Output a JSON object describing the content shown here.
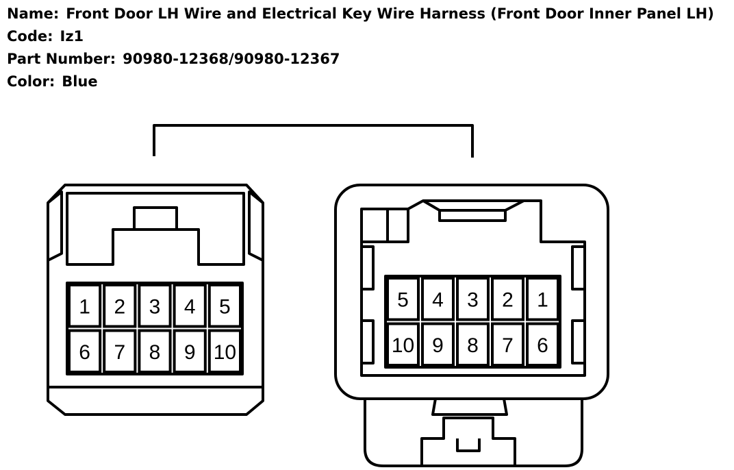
{
  "header": {
    "name_label": "Name:",
    "name_value": "Front Door LH Wire and Electrical Key Wire Harness (Front Door Inner Panel LH)",
    "code_label": "Code:",
    "code_value": "Iz1",
    "part_label": "Part Number:",
    "part_value": "90980-12368/90980-12367",
    "color_label": "Color:",
    "color_value": "Blue"
  },
  "connectors": {
    "left": {
      "pins": [
        [
          "1",
          "2",
          "3",
          "4",
          "5"
        ],
        [
          "6",
          "7",
          "8",
          "9",
          "10"
        ]
      ]
    },
    "right": {
      "pins": [
        [
          "5",
          "4",
          "3",
          "2",
          "1"
        ],
        [
          "10",
          "9",
          "8",
          "7",
          "6"
        ]
      ]
    }
  },
  "colors": {
    "line": "#000000",
    "background": "#ffffff"
  }
}
